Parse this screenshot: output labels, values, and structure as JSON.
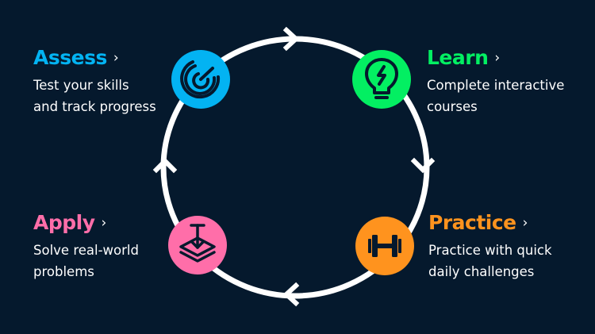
{
  "colors": {
    "background": "#05192d",
    "ring": "#ffffff",
    "assess": "#03b3f2",
    "learn": "#03ef62",
    "practice": "#ff931e",
    "apply": "#ff6ea9",
    "icon_stroke": "#05192d"
  },
  "steps": {
    "assess": {
      "title": "Assess",
      "chevron": "›",
      "lines": [
        "Test your skills",
        "and track progress"
      ],
      "icon": "radar-icon"
    },
    "learn": {
      "title": "Learn",
      "chevron": "›",
      "lines": [
        "Complete interactive",
        "courses"
      ],
      "icon": "lightbulb-icon"
    },
    "apply": {
      "title": "Apply",
      "chevron": "›",
      "lines": [
        "Solve real-world",
        "problems"
      ],
      "icon": "stack-download-icon"
    },
    "practice": {
      "title": "Practice",
      "chevron": "›",
      "lines": [
        "Practice with quick",
        "daily challenges"
      ],
      "icon": "dumbbell-icon"
    }
  }
}
